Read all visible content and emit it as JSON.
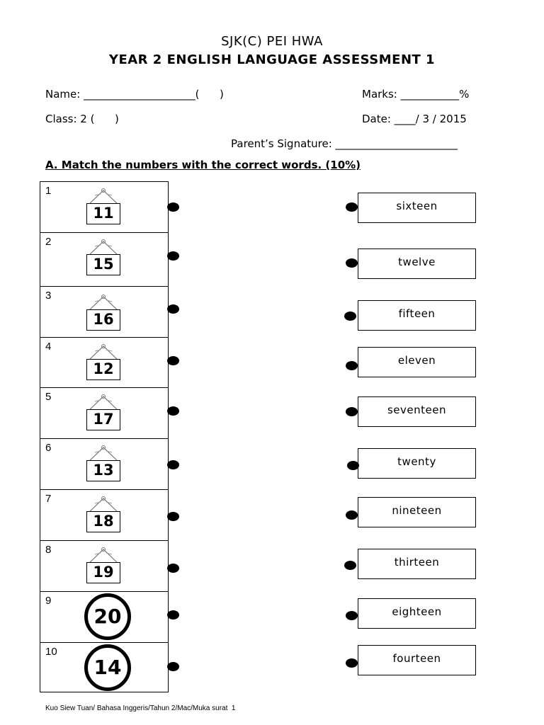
{
  "header": {
    "school": "SJK(C) PEI HWA",
    "title": "YEAR 2 ENGLISH LANGUAGE ASSESSMENT 1"
  },
  "fields": {
    "name": "Name: _____________________(      )",
    "marks": "Marks: ___________%",
    "class": "Class: 2 (      )",
    "date": "Date: ____/ 3 / 2015",
    "parent_signature": "Parent’s Signature: _______________________"
  },
  "section": {
    "title": "A. Match the numbers with the correct words. (10%)"
  },
  "items": [
    {
      "index": "1",
      "number": "11",
      "style": "card"
    },
    {
      "index": "2",
      "number": "15",
      "style": "card"
    },
    {
      "index": "3",
      "number": "16",
      "style": "card"
    },
    {
      "index": "4",
      "number": "12",
      "style": "card"
    },
    {
      "index": "5",
      "number": "17",
      "style": "card"
    },
    {
      "index": "6",
      "number": "13",
      "style": "card"
    },
    {
      "index": "7",
      "number": "18",
      "style": "card"
    },
    {
      "index": "8",
      "number": "19",
      "style": "card"
    },
    {
      "index": "9",
      "number": "20",
      "style": "circle"
    },
    {
      "index": "10",
      "number": "14",
      "style": "circle"
    }
  ],
  "words": [
    "sixteen",
    "twelve",
    "fifteen",
    "eleven",
    "seventeen",
    "twenty",
    "nineteen",
    "thirteen",
    "eighteen",
    "fourteen"
  ],
  "footer": "Kuo Siew Tuan/ Bahasa Inggeris/Tahun 2/Mac/Muka surat  1"
}
